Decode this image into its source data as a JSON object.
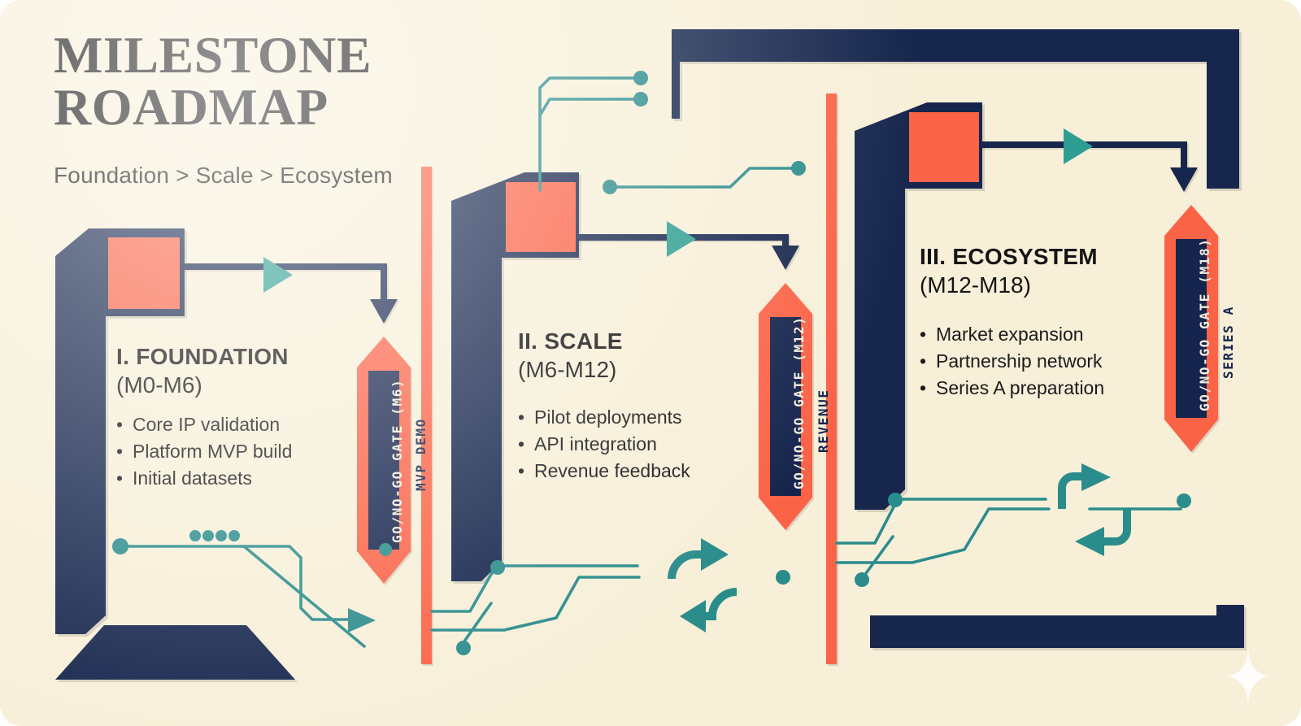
{
  "header": {
    "title_line1": "MILESTONE",
    "title_line2": "ROADMAP",
    "subtitle": "Foundation > Scale > Ecosystem"
  },
  "theme": {
    "background": "#f7efd8",
    "navy": "#16254d",
    "coral": "#fb6347",
    "teal": "#2b8c8c",
    "text": "#141414"
  },
  "phases": [
    {
      "title": "I. FOUNDATION",
      "range": "(M0-M6)",
      "bullets": [
        "Core IP validation",
        "Platform MVP build",
        "Initial datasets"
      ]
    },
    {
      "title": "II. SCALE",
      "range": "(M6-M12)",
      "bullets": [
        "Pilot deployments",
        "API integration",
        "Revenue feedback"
      ]
    },
    {
      "title": "III. ECOSYSTEM",
      "range": "(M12-M18)",
      "bullets": [
        "Market expansion",
        "Partnership network",
        "Series A preparation"
      ]
    }
  ],
  "gates": [
    {
      "label": "GO/NO-GO GATE (M6)",
      "side_label": "MVP DEMO"
    },
    {
      "label": "GO/NO-GO GATE (M12)",
      "side_label": "REVENUE"
    },
    {
      "label": "GO/NO-GO GATE (M18)",
      "side_label": "SERIES A"
    }
  ]
}
